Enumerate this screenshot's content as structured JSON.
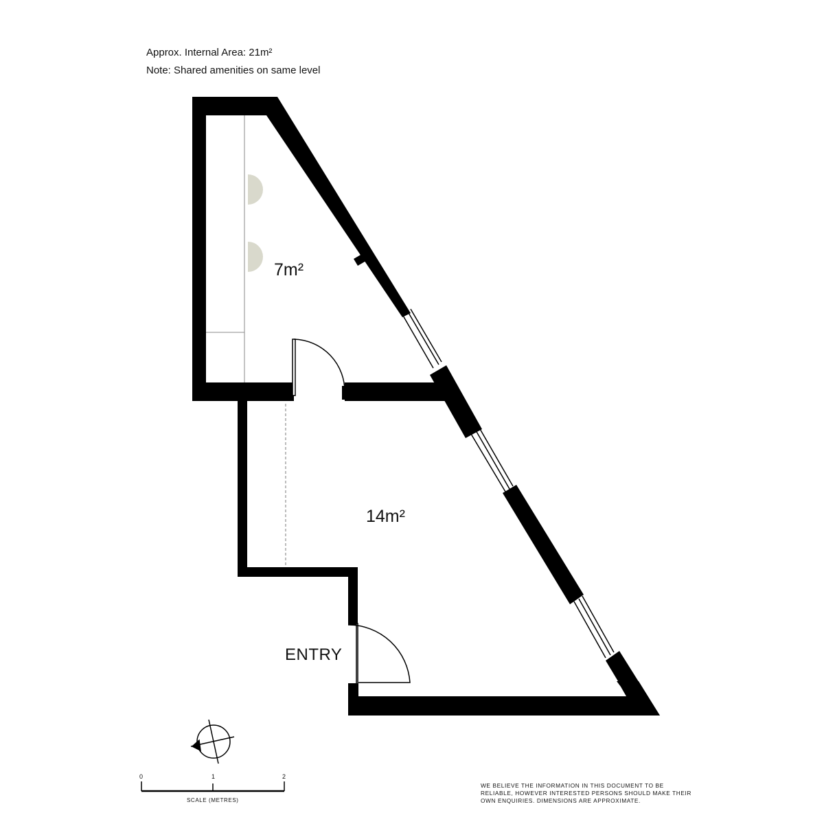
{
  "header": {
    "area_line": "Approx. Internal Area: 21m²",
    "note_line": "Note: Shared amenities on same level"
  },
  "rooms": {
    "upper_area": "7m²",
    "lower_area": "14m²",
    "entry_label": "ENTRY"
  },
  "scale_bar": {
    "ticks": [
      "0",
      "1",
      "2"
    ],
    "title": "SCALE (METRES)"
  },
  "disclaimer": "WE BELIEVE THE INFORMATION IN THIS DOCUMENT TO BE RELIABLE, HOWEVER INTERESTED PERSONS SHOULD MAKE THEIR OWN ENQUIRIES. DIMENSIONS ARE APPROXIMATE.",
  "colors": {
    "wall": "#000000",
    "fixture": "#d9d9cc",
    "line": "#888888"
  },
  "icons": {
    "compass": "north-compass-icon"
  }
}
